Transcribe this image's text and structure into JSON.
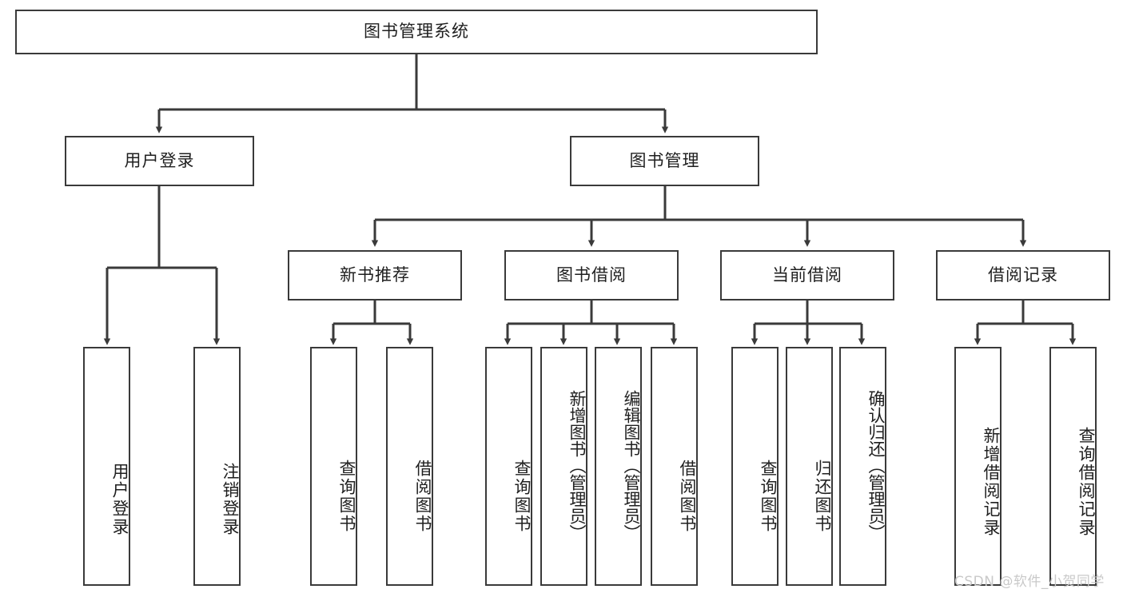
{
  "diagram": {
    "title": "图书管理系统",
    "type": "tree",
    "orientation": "top-down",
    "style": {
      "box_border_color": "#3a3a3a",
      "box_fill_color": "#ffffff",
      "text_color": "#1f1f1f",
      "connector_color": "#3a3a3a",
      "watermark_color": "#c9c9c9"
    }
  },
  "nodes": {
    "root": {
      "label": "图书管理系统",
      "level": 0
    },
    "level1": [
      {
        "id": "user-login",
        "label": "用户登录"
      },
      {
        "id": "book-manage",
        "label": "图书管理"
      }
    ],
    "level2": [
      {
        "id": "new-book-recommend",
        "label": "新书推荐",
        "parent": "book-manage"
      },
      {
        "id": "book-borrow",
        "label": "图书借阅",
        "parent": "book-manage"
      },
      {
        "id": "current-borrow",
        "label": "当前借阅",
        "parent": "book-manage"
      },
      {
        "id": "borrow-record",
        "label": "借阅记录",
        "parent": "book-manage"
      }
    ],
    "leaves": [
      {
        "id": "leaf-user-login",
        "label": "用户登录",
        "parent": "user-login"
      },
      {
        "id": "leaf-logout",
        "label": "注销登录",
        "parent": "user-login"
      },
      {
        "id": "leaf-query-book-1",
        "label": "查询图书",
        "parent": "new-book-recommend"
      },
      {
        "id": "leaf-borrow-book-1",
        "label": "借阅图书",
        "parent": "new-book-recommend"
      },
      {
        "id": "leaf-query-book-2",
        "label": "查询图书",
        "parent": "book-borrow"
      },
      {
        "id": "leaf-add-book",
        "label": "新增图书（管理员）",
        "parent": "book-borrow"
      },
      {
        "id": "leaf-edit-book",
        "label": "编辑图书（管理员）",
        "parent": "book-borrow"
      },
      {
        "id": "leaf-borrow-book-2",
        "label": "借阅图书",
        "parent": "book-borrow"
      },
      {
        "id": "leaf-query-book-3",
        "label": "查询图书",
        "parent": "current-borrow"
      },
      {
        "id": "leaf-return-book",
        "label": "归还图书",
        "parent": "current-borrow"
      },
      {
        "id": "leaf-confirm-return",
        "label": "确认归还（管理员）",
        "parent": "current-borrow"
      },
      {
        "id": "leaf-add-record",
        "label": "新增借阅记录",
        "parent": "borrow-record"
      },
      {
        "id": "leaf-query-record",
        "label": "查询借阅记录",
        "parent": "borrow-record"
      }
    ]
  },
  "watermark": {
    "text": "CSDN @软件_小贺同学"
  }
}
